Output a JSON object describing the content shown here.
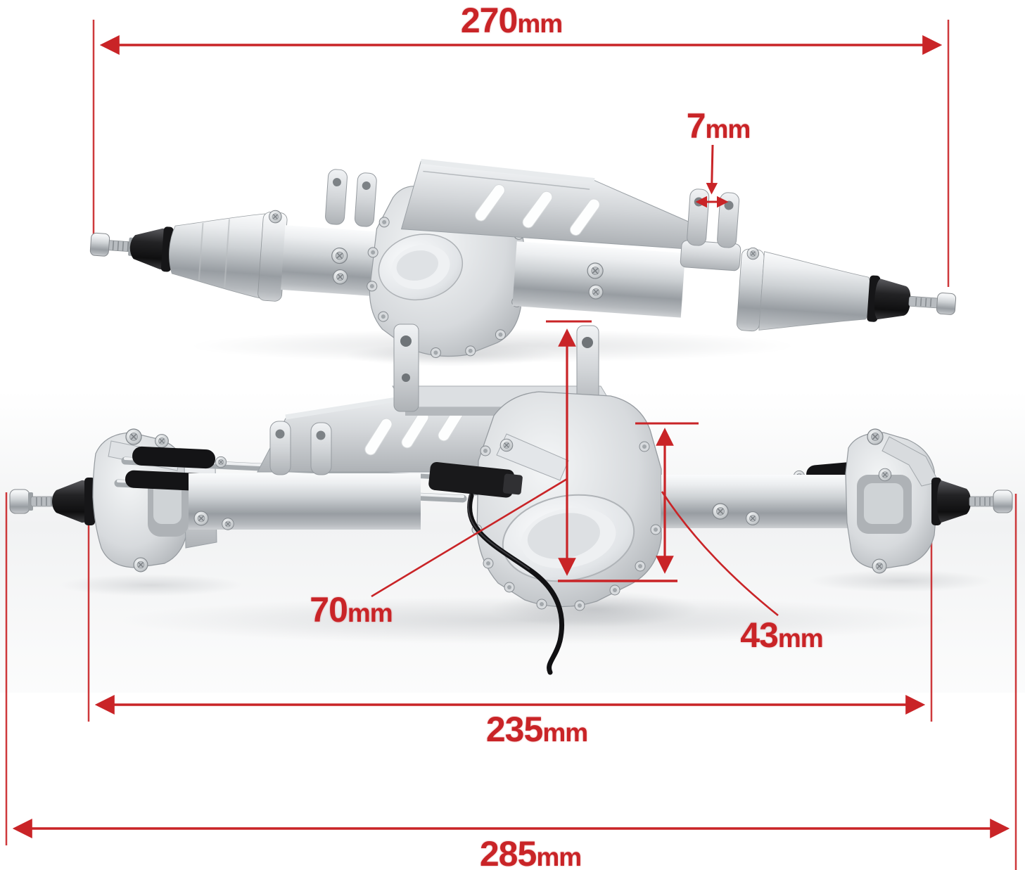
{
  "figure": {
    "kind": "product dimension diagram",
    "subject": "aluminum RC crawler axle set, rear axle (top) and front steering axle (bottom)",
    "background_color": "#ffffff"
  },
  "colors": {
    "dimension_red": "#c92427",
    "metal_silver_light": "#eceef0",
    "metal_silver_dark": "#989da2",
    "part_black": "#17171a"
  },
  "annotations": {
    "dim_270": {
      "value": "270",
      "unit": "mm",
      "orientation": "horizontal",
      "span": "rear axle end-to-end width"
    },
    "dim_7": {
      "value": "7",
      "unit": "mm",
      "orientation": "pointer",
      "span": "link-mount bracket gap"
    },
    "dim_70": {
      "value": "70",
      "unit": "mm",
      "orientation": "vertical",
      "span": "bracket top to housing bottom height"
    },
    "dim_43": {
      "value": "43",
      "unit": "mm",
      "orientation": "vertical",
      "span": "diff cover height"
    },
    "dim_235": {
      "value": "235",
      "unit": "mm",
      "orientation": "horizontal",
      "span": "front axle hex-to-hex width"
    },
    "dim_285": {
      "value": "285",
      "unit": "mm",
      "orientation": "horizontal",
      "span": "front axle overall length"
    }
  }
}
